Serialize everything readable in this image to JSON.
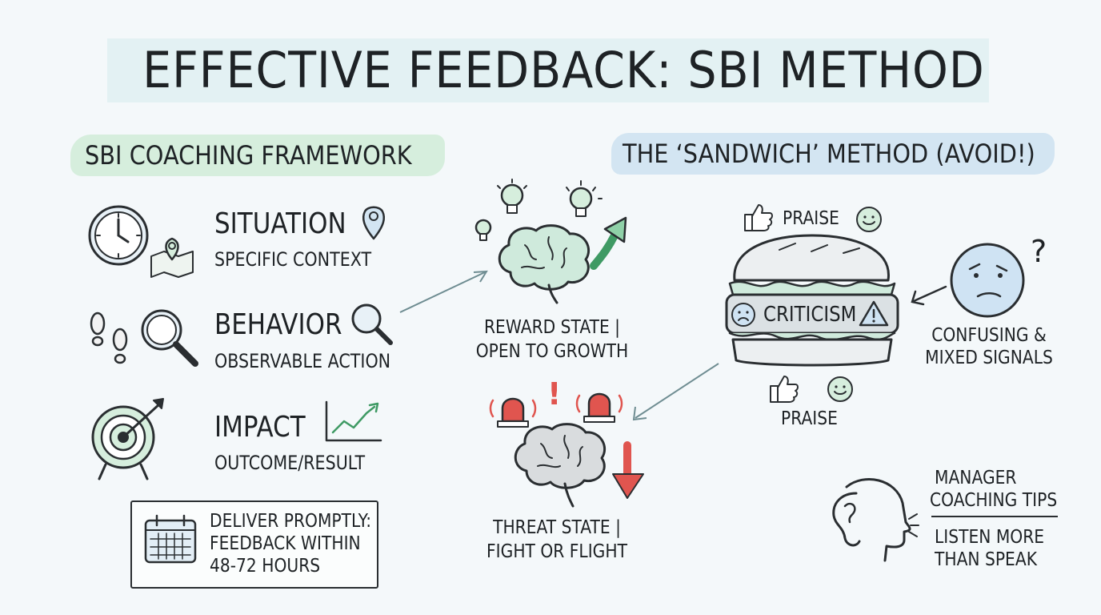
{
  "title": "EFFECTIVE FEEDBACK: SBI METHOD",
  "sbi": {
    "heading": "SBI COACHING FRAMEWORK",
    "situation": {
      "label": "SITUATION",
      "sub": "SPECIFIC CONTEXT"
    },
    "behavior": {
      "label": "BEHAVIOR",
      "sub": "OBSERVABLE ACTION"
    },
    "impact": {
      "label": "IMPACT",
      "sub": "OUTCOME/RESULT"
    },
    "callout": [
      "DELIVER PROMPTLY:",
      "FEEDBACK WITHIN",
      "48-72 HOURS"
    ]
  },
  "brain": {
    "reward": [
      "REWARD STATE |",
      "OPEN TO GROWTH"
    ],
    "threat": [
      "THREAT STATE |",
      "FIGHT OR FLIGHT"
    ],
    "alarm_mark": "!"
  },
  "sandwich": {
    "heading": "THE ‘SANDWICH’ METHOD (AVOID!)",
    "praise_top": "PRAISE",
    "criticism": "CRITICISM",
    "praise_bottom": "PRAISE",
    "confused_mark": "?",
    "confusing": [
      "CONFUSING &",
      "MIXED SIGNALS"
    ]
  },
  "tips": {
    "heading": [
      "MANAGER",
      "COACHING TIPS"
    ],
    "body": [
      "LISTEN MORE",
      "THAN SPEAK"
    ]
  },
  "colors": {
    "green_highlight": "#d6eedd",
    "blue_highlight": "#d3e5f2",
    "brain_green": "#cfeadc",
    "alarm_red": "#e0554f",
    "face_blue": "#cfe3f3"
  }
}
